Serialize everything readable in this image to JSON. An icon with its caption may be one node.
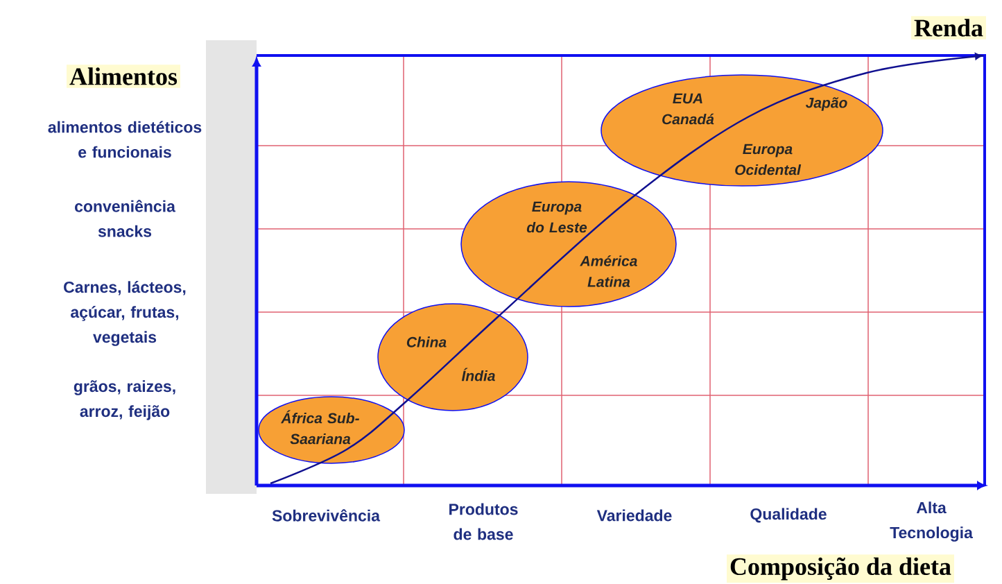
{
  "diagram": {
    "nodes": [
      {
        "text": [
          "África Sub-Saariana"
        ]
      },
      {
        "text": [
          "China",
          "Índia"
        ]
      },
      {
        "text": [
          "Europa do Leste",
          "América Latina"
        ]
      },
      {
        "text": [
          "EUA Canadá",
          "Japão",
          "Europa Ocidental"
        ]
      }
    ],
    "labels": [
      "Renda",
      "Alimentos",
      "alimentos dietéticos e funcionais",
      "conveniência snacks",
      "Carnes, lácteos, açúcar, frutas, vegetais",
      "grãos, raizes, arroz, feijão",
      "Sobrevivência",
      "Produtos de base",
      "Variedade",
      "Qualidade",
      "Alta Tecnologia",
      "Composição da dieta"
    ]
  }
}
